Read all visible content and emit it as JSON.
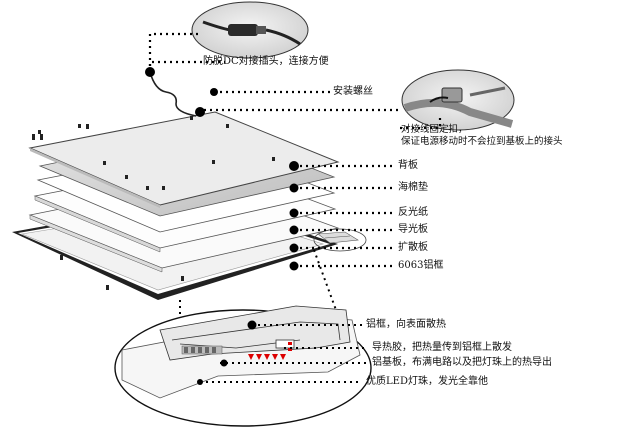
{
  "callouts": {
    "dc_connector": "防脱DC对接插头，连接方便",
    "mount_screw": "安装螺丝",
    "wire_clip_line1": "对接线固定扣，",
    "wire_clip_line2": "保证电源移动时不会拉到基板上的接头",
    "back_plate": "背板",
    "foam_pad": "海棉垫",
    "reflector": "反光纸",
    "light_guide": "导光板",
    "diffuser": "扩散板",
    "aluminum_frame": "6063铝框"
  },
  "detail_callouts": {
    "frame_heat": "铝框，向表面散热",
    "thermal_glue": "导热胶，把热量传到铝框上散发",
    "aluminum_substrate": "铝基板，布满电路以及把灯珠上的热导出",
    "led_beads": "优质LED灯珠，发光全靠他"
  }
}
